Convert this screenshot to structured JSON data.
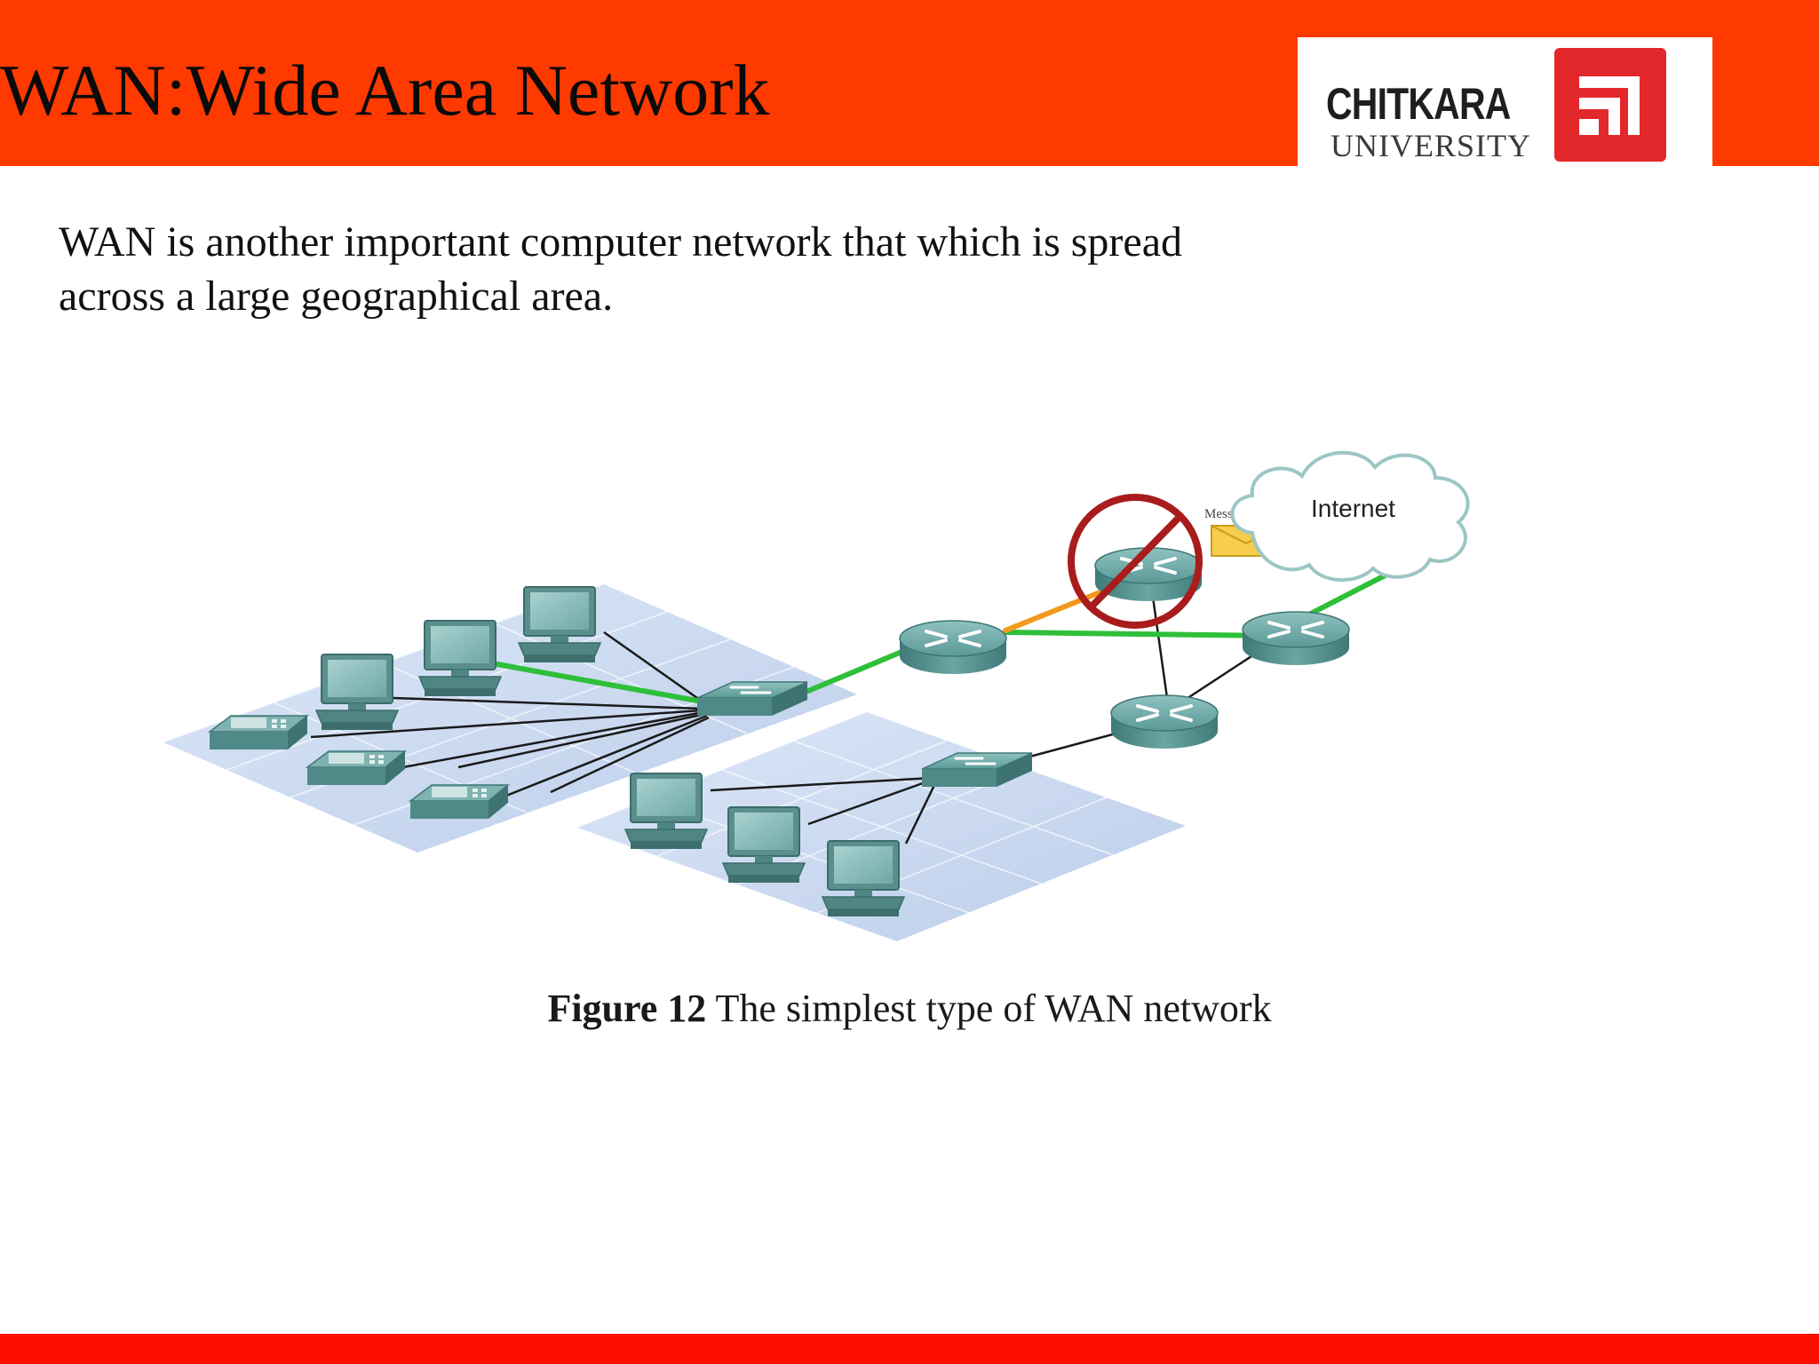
{
  "slide": {
    "title": "WAN:Wide Area Network",
    "body": "WAN is another  important computer network that which is spread across a large geographical area."
  },
  "logo": {
    "name": "CHITKARA",
    "subtitle": "UNIVERSITY"
  },
  "diagram": {
    "cloud_label": "Internet",
    "message_label": "Message"
  },
  "caption": {
    "label": "Figure 12",
    "text": " The simplest type of WAN network"
  },
  "colors": {
    "header": "#ff3a00",
    "footer": "#ff0d00",
    "logo_red": "#e3282c",
    "link_green": "#2fbf3a",
    "link_orange": "#f29a1e",
    "blocked_red": "#a81c1c",
    "device_teal": "#4f8f8f",
    "floor_blue": "#c9d8f0"
  }
}
